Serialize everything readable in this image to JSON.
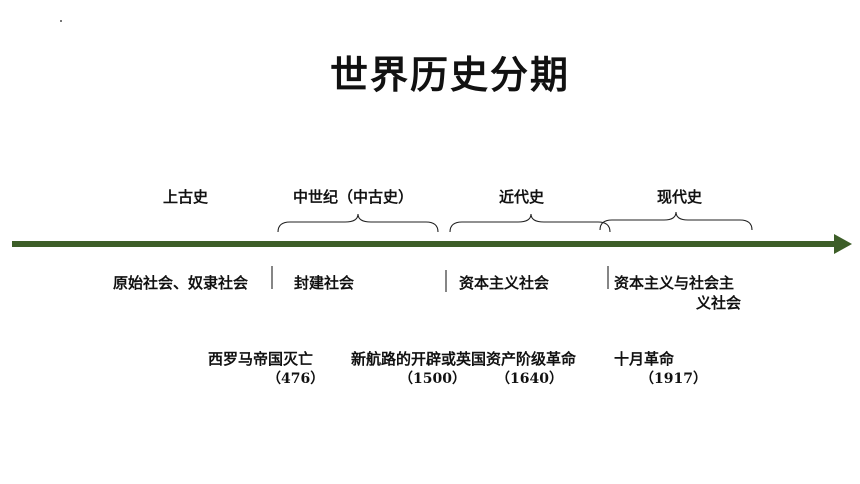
{
  "title": "世界历史分期",
  "periods": [
    "上古史",
    "中世纪（中古史）",
    "近代史",
    "现代史"
  ],
  "societies": [
    "原始社会、奴隶社会",
    "封建社会",
    "资本主义社会",
    "资本主义与社会主",
    "义社会"
  ],
  "events": [
    {
      "label": "西罗马帝国灭亡",
      "year": "（476）"
    },
    {
      "label": "新航路的开辟或英国资产阶级革命",
      "year_a": "（1500）",
      "year_b": "（1640）"
    },
    {
      "label": "十月革命",
      "year": "（1917）"
    }
  ],
  "colors": {
    "timeline": "#3d5e28",
    "text": "#111111"
  }
}
